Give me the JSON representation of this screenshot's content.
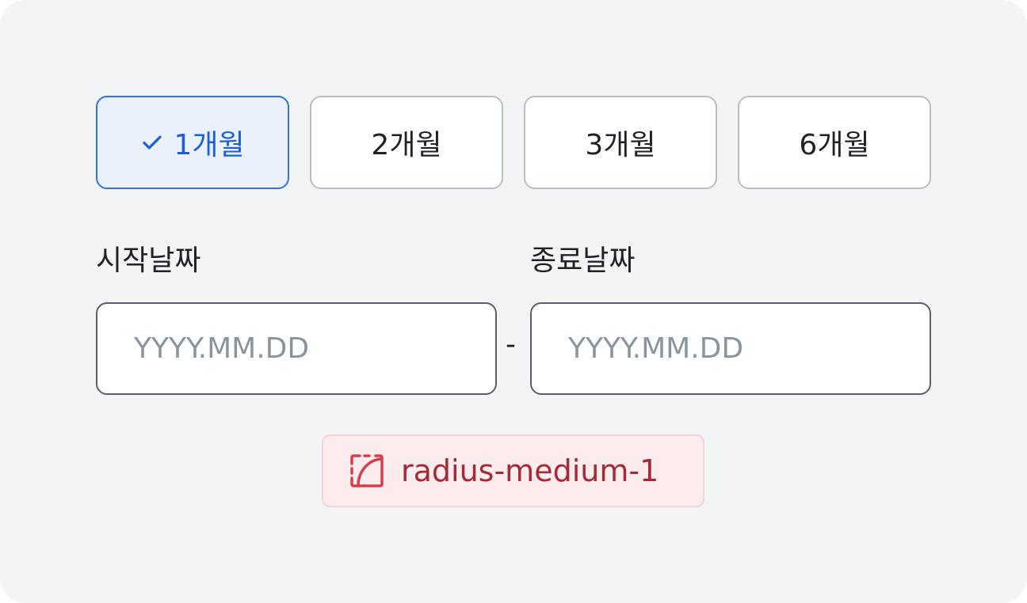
{
  "period_options": [
    {
      "label": "1개월",
      "selected": true
    },
    {
      "label": "2개월",
      "selected": false
    },
    {
      "label": "3개월",
      "selected": false
    },
    {
      "label": "6개월",
      "selected": false
    }
  ],
  "start_date": {
    "label": "시작날짜",
    "placeholder": "YYYY.MM.DD"
  },
  "end_date": {
    "label": "종료날짜",
    "placeholder": "YYYY.MM.DD"
  },
  "separator": "-",
  "token_tag": {
    "icon": "radius-icon",
    "label": "radius-medium-1"
  },
  "colors": {
    "accent": "#2f73e6",
    "selected_bg": "#eaf1fd",
    "tag_text": "#a52a37",
    "tag_bg": "#fcecee"
  }
}
